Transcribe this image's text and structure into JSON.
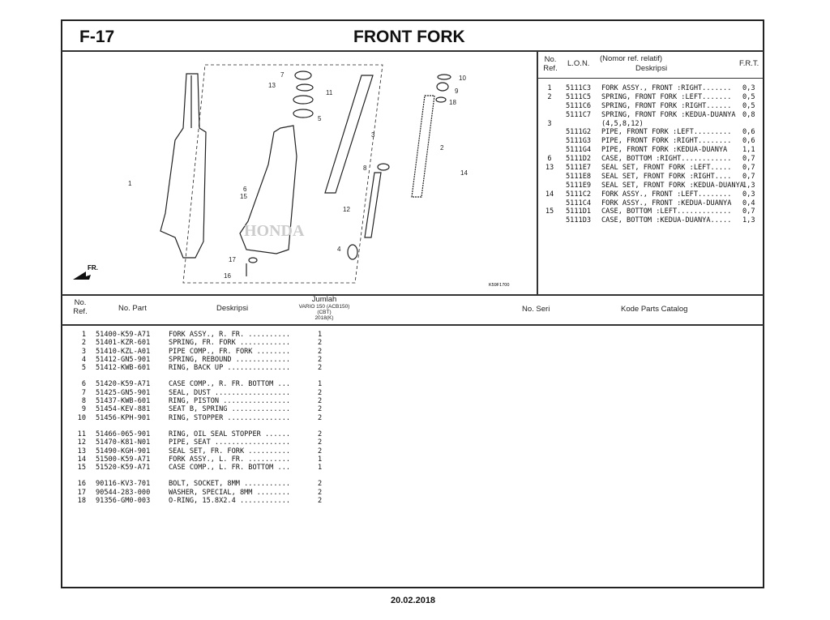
{
  "header": {
    "code": "F-17",
    "title": "FRONT FORK"
  },
  "diagram": {
    "brand_watermark": "HONDA",
    "direction_label": "FR.",
    "figure_code": "K59F1700",
    "callouts": [
      "1",
      "2",
      "3",
      "4",
      "5",
      "6",
      "7",
      "8",
      "9",
      "10",
      "11",
      "12",
      "13",
      "14",
      "15",
      "16",
      "17",
      "18"
    ]
  },
  "lon_table": {
    "headers": {
      "no_ref": "No. Ref.",
      "lon": "L.O.N.",
      "desc_top": "(Nomor ref. relatif)",
      "desc": "Deskripsi",
      "frt": "F.R.T."
    },
    "rows": [
      {
        "ref": "1",
        "lon": "5111C3",
        "desc": "FORK ASSY., FRONT :RIGHT.......",
        "frt": "0,3"
      },
      {
        "ref": "2",
        "lon": "5111C5",
        "desc": "SPRING, FRONT FORK :LEFT.......",
        "frt": "0,5"
      },
      {
        "ref": "",
        "lon": "5111C6",
        "desc": "SPRING, FRONT FORK :RIGHT......",
        "frt": "0,5"
      },
      {
        "ref": "",
        "lon": "5111C7",
        "desc": "SPRING, FRONT FORK :KEDUA-DUANYA",
        "frt": "0,8"
      },
      {
        "ref": "3",
        "lon": "",
        "desc": "(4,5,8,12)",
        "frt": ""
      },
      {
        "ref": "",
        "lon": "5111G2",
        "desc": "PIPE, FRONT FORK :LEFT.........",
        "frt": "0,6"
      },
      {
        "ref": "",
        "lon": "5111G3",
        "desc": "PIPE, FRONT FORK :RIGHT........",
        "frt": "0,6"
      },
      {
        "ref": "",
        "lon": "5111G4",
        "desc": "PIPE, FRONT FORK :KEDUA-DUANYA ",
        "frt": "1,1"
      },
      {
        "ref": "6",
        "lon": "5111D2",
        "desc": "CASE, BOTTOM :RIGHT............",
        "frt": "0,7"
      },
      {
        "ref": "13",
        "lon": "5111E7",
        "desc": "SEAL SET, FRONT FORK :LEFT.....",
        "frt": "0,7"
      },
      {
        "ref": "",
        "lon": "5111E8",
        "desc": "SEAL SET, FRONT FORK :RIGHT....",
        "frt": "0,7"
      },
      {
        "ref": "",
        "lon": "5111E9",
        "desc": "SEAL SET, FRONT FORK :KEDUA-DUANYA",
        "frt": "1,3"
      },
      {
        "ref": "14",
        "lon": "5111C2",
        "desc": "FORK ASSY., FRONT :LEFT........",
        "frt": "0,3"
      },
      {
        "ref": "",
        "lon": "5111C4",
        "desc": "FORK ASSY., FRONT :KEDUA-DUANYA",
        "frt": "0,4"
      },
      {
        "ref": "15",
        "lon": "5111D1",
        "desc": "CASE, BOTTOM :LEFT.............",
        "frt": "0,7"
      },
      {
        "ref": "",
        "lon": "5111D3",
        "desc": "CASE, BOTTOM :KEDUA-DUANYA.....",
        "frt": "1,3"
      }
    ]
  },
  "parts_table": {
    "headers": {
      "no_ref": "No. Ref.",
      "no_part": "No. Part",
      "desc": "Deskripsi",
      "jumlah": "Jumlah",
      "model": "VARIO 150 (ACB150)",
      "model2": "(CBT)",
      "year": "2018(K)",
      "no_seri": "No. Seri",
      "kode": "Kode Parts Catalog"
    },
    "groups": [
      [
        {
          "ref": "1",
          "part": "51400-K59-A71",
          "desc": "FORK ASSY., R. FR. ..........",
          "qty": "1"
        },
        {
          "ref": "2",
          "part": "51401-KZR-601",
          "desc": "SPRING, FR. FORK ............",
          "qty": "2"
        },
        {
          "ref": "3",
          "part": "51410-KZL-A01",
          "desc": "PIPE COMP., FR. FORK ........",
          "qty": "2"
        },
        {
          "ref": "4",
          "part": "51412-GN5-901",
          "desc": "SPRING, REBOUND .............",
          "qty": "2"
        },
        {
          "ref": "5",
          "part": "51412-KWB-601",
          "desc": "RING, BACK UP ...............",
          "qty": "2"
        }
      ],
      [
        {
          "ref": "6",
          "part": "51420-K59-A71",
          "desc": "CASE COMP., R. FR. BOTTOM ...",
          "qty": "1"
        },
        {
          "ref": "7",
          "part": "51425-GN5-901",
          "desc": "SEAL, DUST ..................",
          "qty": "2"
        },
        {
          "ref": "8",
          "part": "51437-KWB-601",
          "desc": "RING, PISTON ................",
          "qty": "2"
        },
        {
          "ref": "9",
          "part": "51454-KEV-881",
          "desc": "SEAT B, SPRING ..............",
          "qty": "2"
        },
        {
          "ref": "10",
          "part": "51456-KPH-901",
          "desc": "RING, STOPPER ...............",
          "qty": "2"
        }
      ],
      [
        {
          "ref": "11",
          "part": "51466-065-901",
          "desc": "RING, OIL SEAL STOPPER ......",
          "qty": "2"
        },
        {
          "ref": "12",
          "part": "51470-K81-N01",
          "desc": "PIPE, SEAT ..................",
          "qty": "2"
        },
        {
          "ref": "13",
          "part": "51490-KGH-901",
          "desc": "SEAL SET, FR. FORK ..........",
          "qty": "2"
        },
        {
          "ref": "14",
          "part": "51500-K59-A71",
          "desc": "FORK ASSY., L. FR. ..........",
          "qty": "1"
        },
        {
          "ref": "15",
          "part": "51520-K59-A71",
          "desc": "CASE COMP., L. FR. BOTTOM ...",
          "qty": "1"
        }
      ],
      [
        {
          "ref": "16",
          "part": "90116-KV3-701",
          "desc": "BOLT, SOCKET, 8MM ...........",
          "qty": "2"
        },
        {
          "ref": "17",
          "part": "90544-283-000",
          "desc": "WASHER, SPECIAL, 8MM ........",
          "qty": "2"
        },
        {
          "ref": "18",
          "part": "91356-GM0-003",
          "desc": "O-RING, 15.8X2.4 ............",
          "qty": "2"
        }
      ]
    ]
  },
  "footer": {
    "date": "20.02.2018"
  }
}
